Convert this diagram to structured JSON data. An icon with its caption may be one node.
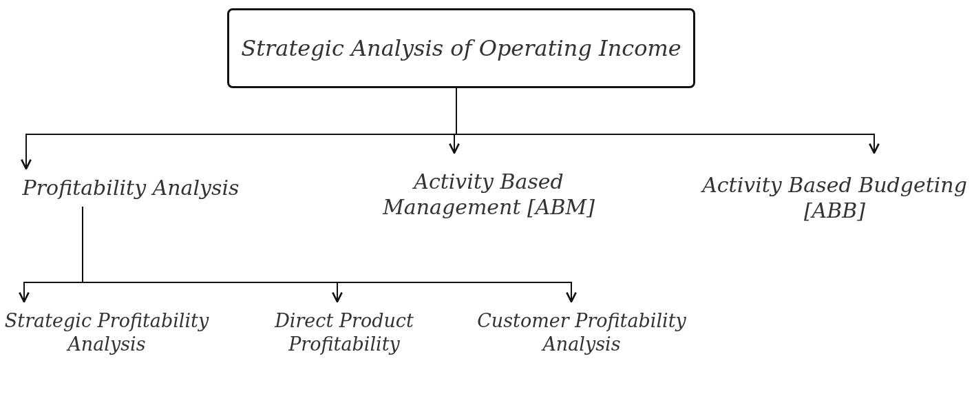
{
  "diagram": {
    "nodes": [
      {
        "text": [
          "Strategic Analysis of Operating Income"
        ]
      },
      {
        "text": [
          "Profitability Analysis"
        ]
      },
      {
        "text": [
          "Activity Based Management [ABM]"
        ]
      },
      {
        "text": [
          "Activity Based Budgeting [ABB]"
        ]
      },
      {
        "text": [
          "Strategic Profitability Analysis"
        ]
      },
      {
        "text": [
          "Direct Product Profitability"
        ]
      },
      {
        "text": [
          "Customer Profitability Analysis"
        ]
      }
    ],
    "edges": [
      {
        "from": 0,
        "to": 1,
        "arrow": "to"
      },
      {
        "from": 0,
        "to": 2,
        "arrow": "to"
      },
      {
        "from": 0,
        "to": 3,
        "arrow": "to"
      },
      {
        "from": 1,
        "to": 4,
        "arrow": "to"
      },
      {
        "from": 1,
        "to": 5,
        "arrow": "to"
      },
      {
        "from": 1,
        "to": 6,
        "arrow": "to"
      }
    ]
  }
}
